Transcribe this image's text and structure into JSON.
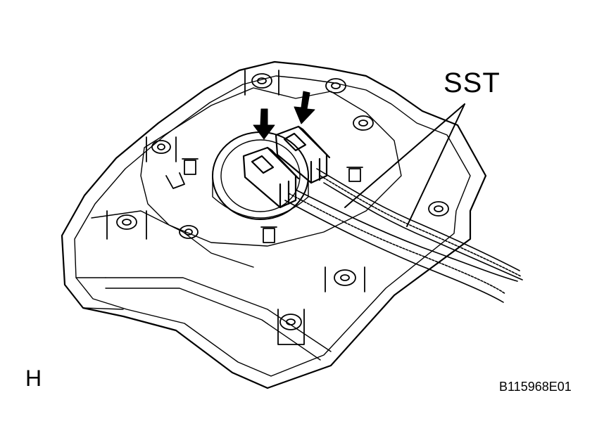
{
  "diagram": {
    "callout_label": "SST",
    "view_letter": "H",
    "figure_code": "B115968E01",
    "line_color": "#000000",
    "background_color": "#ffffff",
    "parts": [
      "steering-pad-housing",
      "horn-connector",
      "airbag-connector",
      "sst-wire-harness",
      "press-arrow"
    ]
  }
}
